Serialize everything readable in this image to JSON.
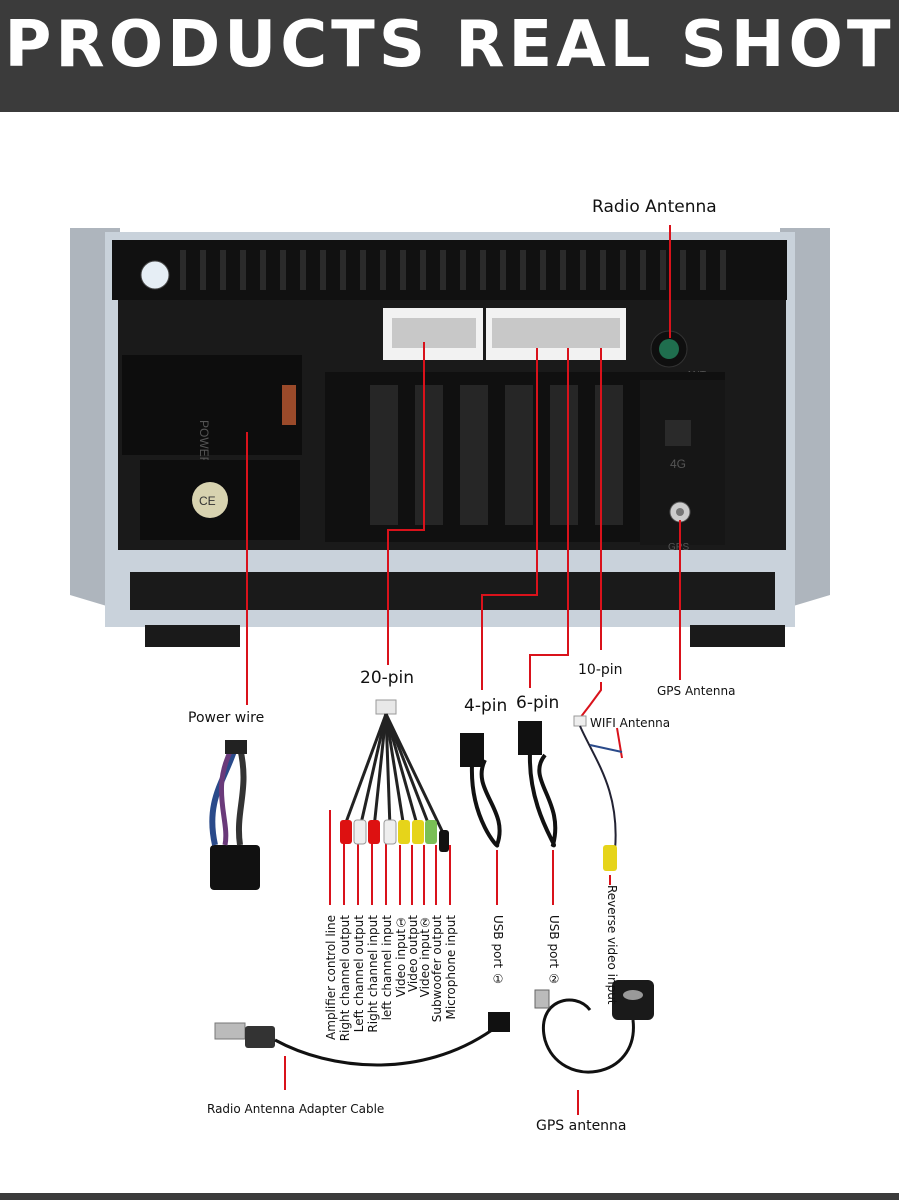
{
  "header": {
    "title": "PRODUCTS REAL SHOT"
  },
  "labels": {
    "radio_antenna": "Radio Antenna",
    "pin20": "20-pin",
    "pin4": "4-pin",
    "pin6": "6-pin",
    "pin10": "10-pin",
    "gps_antenna_port": "GPS Antenna",
    "power_wire": "Power wire",
    "wifi_antenna": "WIFI Antenna",
    "usb_port_1": "USB port ①",
    "usb_port_2": "USB port ②",
    "reverse_video_input": "Reverse video input",
    "radio_adapter_cable": "Radio Antenna Adapter Cable",
    "gps_antenna": "GPS antenna"
  },
  "harness_lines": [
    "Amplifier control line",
    "Right channel output",
    "Left channel output",
    "Right channel input",
    "left channel input",
    "Video input①",
    "Video output",
    "Video input②",
    "Subwoofer output",
    "Microphone input"
  ],
  "unit_markings": {
    "power": "POWER",
    "ant": "ANT",
    "fourg": "4G",
    "gps": "GPS"
  },
  "colors": {
    "banner": "#3b3b3b",
    "leader": "#d9121b",
    "chassis": "#1a1a1a"
  }
}
